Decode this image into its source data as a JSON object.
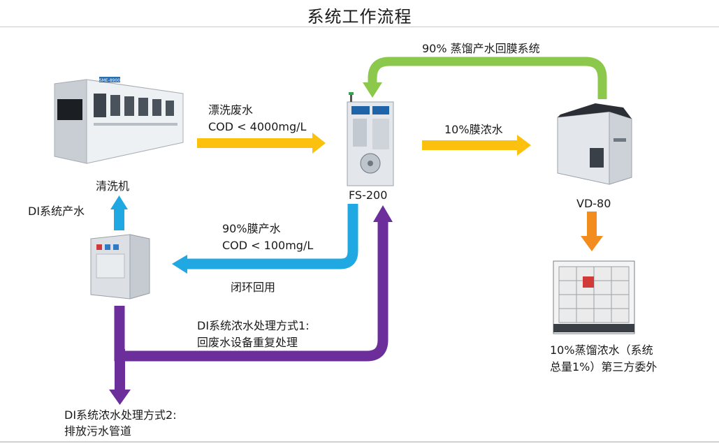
{
  "title": "系统工作流程",
  "machines": {
    "washer": {
      "label": "清洗机",
      "badge": "SME-8900"
    },
    "fs200": {
      "label": "FS-200"
    },
    "vd80": {
      "label": "VD-80"
    },
    "di_unit": {
      "label": ""
    },
    "tank": {
      "label_line1": "10%蒸馏浓水（系统",
      "label_line2": "总量1%）第三方委外"
    }
  },
  "flows": {
    "rinse_waste": {
      "line1": "漂洗废水",
      "line2": "COD < 4000mg/L"
    },
    "membrane_concentrate": {
      "label": "10%膜浓水"
    },
    "distillate_return": {
      "label": "90% 蒸馏产水回膜系统"
    },
    "membrane_product": {
      "line1": "90%膜产水",
      "line2": "COD < 100mg/L"
    },
    "closed_loop": {
      "label": "闭环回用"
    },
    "di_product": {
      "label": "DI系统产水"
    },
    "di_method1": {
      "line1": "DI系统浓水处理方式1:",
      "line2": "回废水设备重复处理"
    },
    "di_method2": {
      "line1": "DI系统浓水处理方式2:",
      "line2": "排放污水管道"
    }
  },
  "colors": {
    "yellow_arrow": "#fcc10f",
    "green_arrow": "#8cc84b",
    "blue_arrow": "#1fa8e2",
    "purple_arrow": "#6b2e9a",
    "orange_arrow": "#f28c1e"
  }
}
